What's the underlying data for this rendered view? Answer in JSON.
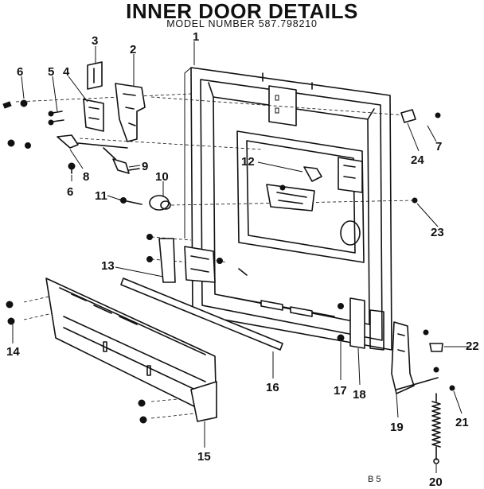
{
  "title": "INNER DOOR DETAILS",
  "subtitle": "MODEL NUMBER 587.798210",
  "page_code": "B 5",
  "callouts": [
    "1",
    "2",
    "3",
    "4",
    "5",
    "6",
    "6",
    "7",
    "8",
    "9",
    "10",
    "11",
    "12",
    "13",
    "14",
    "15",
    "16",
    "17",
    "18",
    "19",
    "20",
    "21",
    "22",
    "23",
    "24"
  ]
}
